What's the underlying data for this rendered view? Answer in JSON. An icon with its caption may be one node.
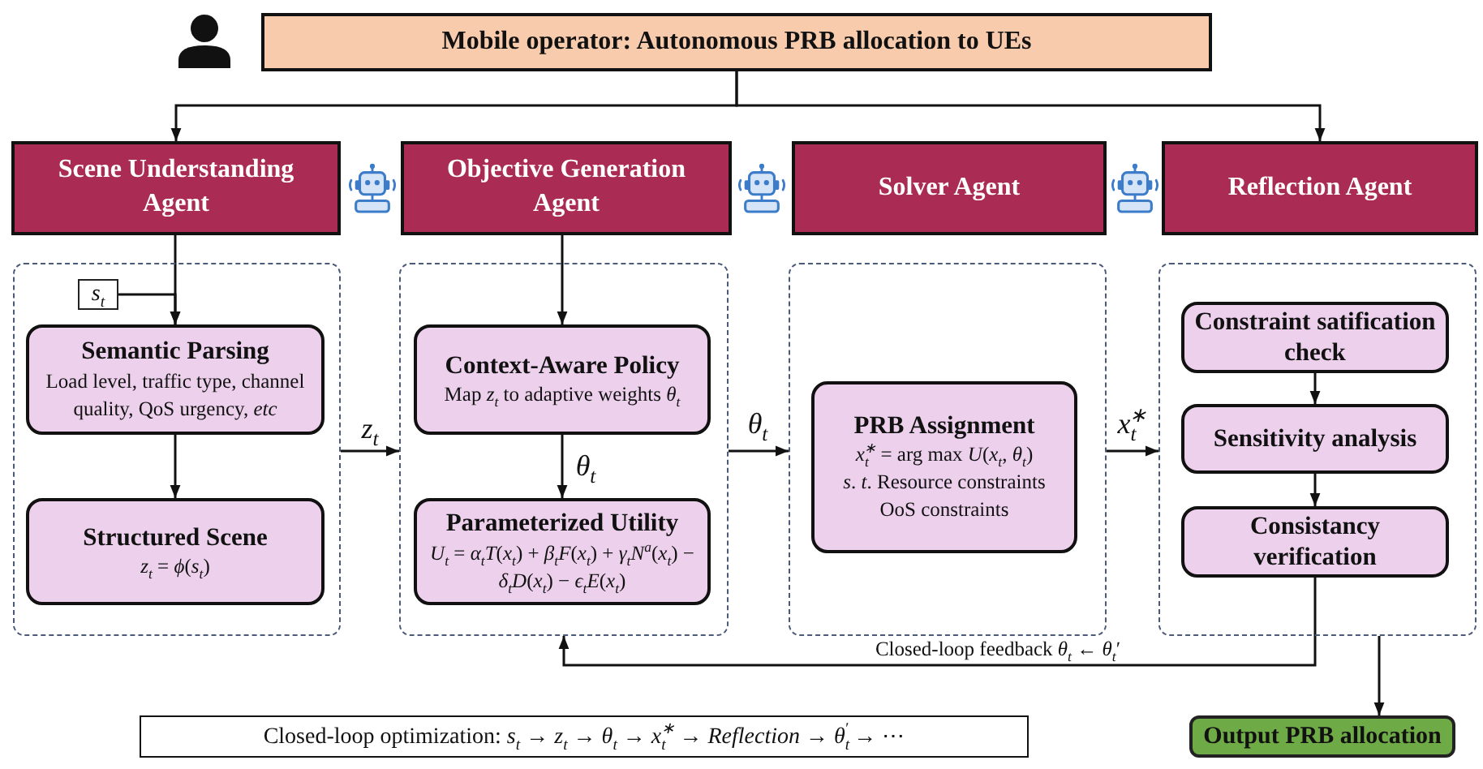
{
  "diagram": {
    "nodes": [
      {
        "text": [
          "Mobile operator: Autonomous PRB allocation to UEs"
        ]
      },
      {
        "text": [
          "Scene Understanding Agent"
        ]
      },
      {
        "text": [
          "Objective Generation Agent"
        ]
      },
      {
        "text": [
          "Solver Agent"
        ]
      },
      {
        "text": [
          "Reflection Agent"
        ]
      },
      {
        "text": [],
        "shape": "box"
      },
      {
        "text": [
          "*s*$_{t}$"
        ],
        "in": 5
      },
      {
        "text": [
          "Semantic Parsing",
          "Load level, traffic type, channel quality, QoS urgency, *etc*"
        ],
        "in": 5
      },
      {
        "text": [
          "Structured Scene",
          "*z*$_{t}$ = *ϕ*(*s*$_{t}$)"
        ],
        "in": 5
      },
      {
        "text": [],
        "shape": "box"
      },
      {
        "text": [
          "Context-Aware Policy",
          "Map *z*$_{t}$ to adaptive weights *θ*$_{t}$"
        ],
        "in": 9
      },
      {
        "text": [
          "Parameterized Utility",
          "*U*$_{t}$ = *α*$_{t}$*T*(*x*$_{t}$) + *β*$_{t}$*F*(*x*$_{t}$) + *γ*$_{t}$*N*$^{a}$(*x*$_{t}$) − *δ*$_{t}$*D*(*x*$_{t}$) − *ϵ*$_{t}$*E*(*x*$_{t}$)"
        ],
        "in": 9
      },
      {
        "text": [],
        "shape": "box"
      },
      {
        "text": [
          "PRB Assignment",
          "*x*$_{t}$$^{∗}$ = arg max *U*(*x*$_{t}$, *θ*$_{t}$)",
          "*s*. *t*. Resource constraints OoS constraints"
        ],
        "in": 12
      },
      {
        "text": [],
        "shape": "box"
      },
      {
        "text": [
          "Constraint satification check"
        ],
        "in": 14
      },
      {
        "text": [
          "Sensitivity analysis"
        ],
        "in": 14
      },
      {
        "text": [
          "Consistancy verification"
        ],
        "in": 14
      },
      {
        "text": [
          "Closed-loop optimization: *s*$_{t}$ → *z*$_{t}$ → *θ*$_{t}$ → *x*$_{t}$$^{∗}$ → *Reflection* → *θ*$_{t}$$^{′}$ → ⋯"
        ]
      },
      {
        "text": [
          "Output PRB allocation"
        ]
      }
    ],
    "edges": [
      {
        "from": 0,
        "to": 1,
        "arrow": "to"
      },
      {
        "from": 0,
        "to": 4,
        "arrow": "to"
      },
      {
        "from": 1,
        "to": 7,
        "arrow": "to"
      },
      {
        "from": 6,
        "to": 7,
        "arrow": "to"
      },
      {
        "from": 7,
        "to": 8,
        "arrow": "to"
      },
      {
        "from": 5,
        "to": 9,
        "arrow": "to",
        "label": "*z*$_{t}$"
      },
      {
        "from": 2,
        "to": 10,
        "arrow": "to"
      },
      {
        "from": 10,
        "to": 11,
        "arrow": "to",
        "label": "*θ*$_{t}$"
      },
      {
        "from": 9,
        "to": 12,
        "arrow": "to",
        "label": "*θ*$_{t}$"
      },
      {
        "from": 12,
        "to": 14,
        "arrow": "to",
        "label": "*x*$_{t}$$^{∗}$"
      },
      {
        "from": 15,
        "to": 16,
        "arrow": "to"
      },
      {
        "from": 16,
        "to": 17,
        "arrow": "to"
      },
      {
        "from": 17,
        "to": 9,
        "arrow": "to",
        "label": "Closed-loop feedback *θ*$_{t}$ ← *θ*$_{t}$′"
      },
      {
        "from": 14,
        "to": 19,
        "arrow": "to"
      }
    ]
  }
}
